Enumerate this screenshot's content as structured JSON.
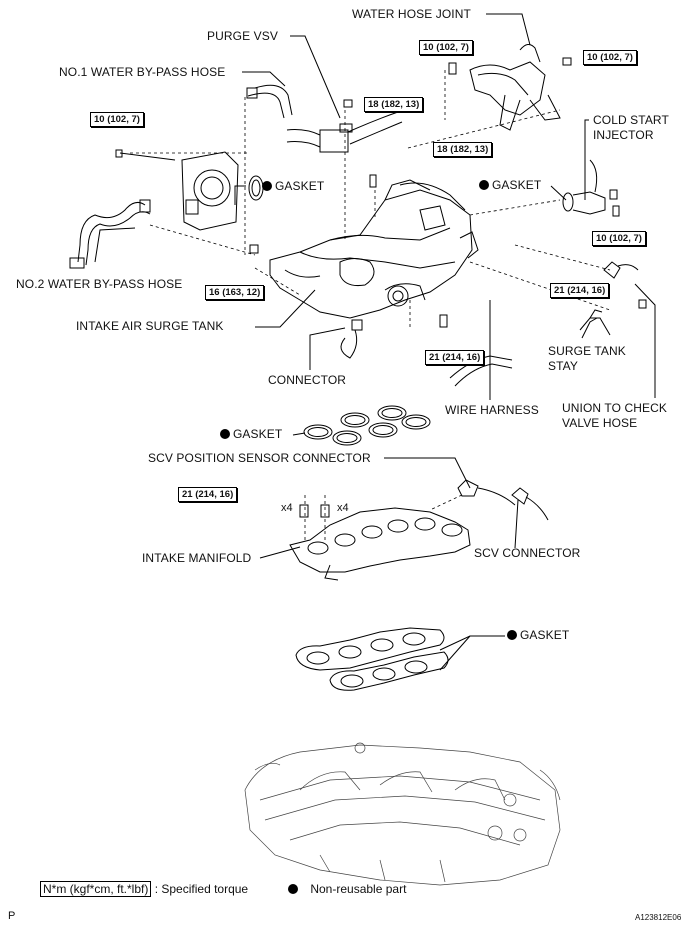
{
  "labels": {
    "water_hose_joint": "WATER HOSE JOINT",
    "purge_vsv": "PURGE VSV",
    "no1_water_bypass_hose": "NO.1 WATER BY-PASS HOSE",
    "cold_start_injector_line1": "COLD START",
    "cold_start_injector_line2": "INJECTOR",
    "gasket": "GASKET",
    "no2_water_bypass_hose": "NO.2 WATER BY-PASS HOSE",
    "intake_air_surge_tank": "INTAKE AIR SURGE TANK",
    "connector": "CONNECTOR",
    "wire_harness": "WIRE HARNESS",
    "surge_tank_stay_line1": "SURGE TANK",
    "surge_tank_stay_line2": "STAY",
    "union_check_valve_line1": "UNION TO CHECK",
    "union_check_valve_line2": "VALVE HOSE",
    "scv_position_sensor_connector": "SCV POSITION SENSOR CONNECTOR",
    "intake_manifold": "INTAKE MANIFOLD",
    "scv_connector": "SCV CONNECTOR",
    "x4": "x4"
  },
  "torque": {
    "t10_102_7": "10 (102, 7)",
    "t18_182_13": "18 (182, 13)",
    "t16_163_12": "16 (163, 12)",
    "t21_214_16": "21 (214, 16)"
  },
  "legend": {
    "torque_unit": "N*m (kgf*cm, ft.*lbf)",
    "specified_torque": ": Specified torque",
    "non_reusable": "Non-reusable part"
  },
  "footer": {
    "page_mark": "P",
    "figure_id": "A123812E06"
  }
}
